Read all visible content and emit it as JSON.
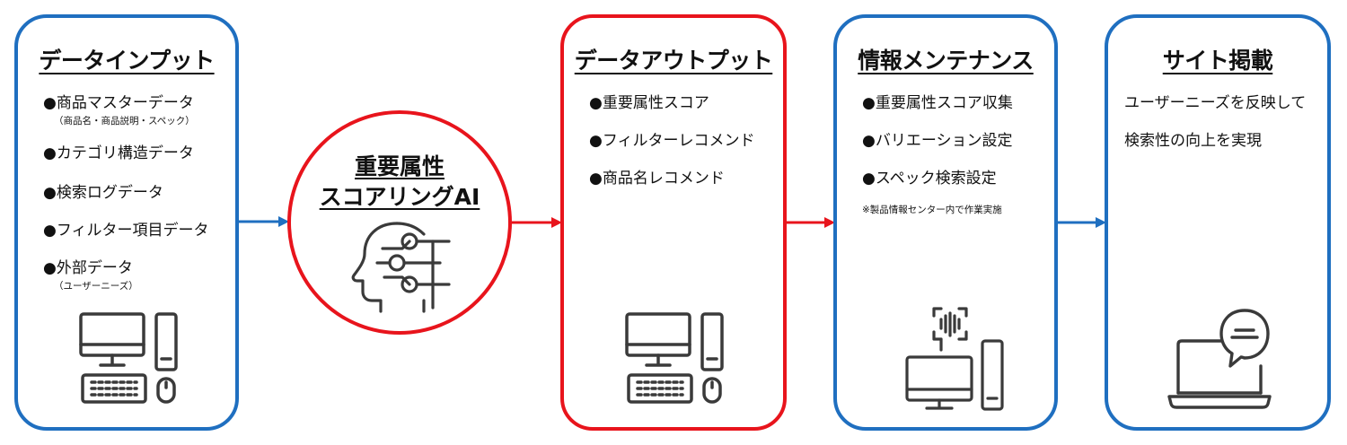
{
  "input": {
    "title": "データインプット",
    "items": [
      {
        "text": "●商品マスターデータ",
        "sub": "（商品名・商品説明・スペック）"
      },
      {
        "text": "●カテゴリ構造データ",
        "sub": ""
      },
      {
        "text": "●検索ログデータ",
        "sub": ""
      },
      {
        "text": "●フィルター項目データ",
        "sub": ""
      },
      {
        "text": "●外部データ",
        "sub": "（ユーザーニーズ）"
      }
    ],
    "icon": "desktop-computer-icon"
  },
  "ai": {
    "title_line1": "重要属性",
    "title_line2": "スコアリングAI",
    "icon": "ai-head-circuit-icon"
  },
  "output": {
    "title": "データアウトプット",
    "items": [
      "●重要属性スコア",
      "●フィルターレコメンド",
      "●商品名レコメンド"
    ],
    "icon": "desktop-computer-icon"
  },
  "maintenance": {
    "title": "情報メンテナンス",
    "items": [
      "●重要属性スコア収集",
      "●バリエーション設定",
      "●スペック検索設定"
    ],
    "note": "※製品情報センター内で作業実施",
    "icon": "voice-computer-icon"
  },
  "site": {
    "title": "サイト掲載",
    "lines": [
      "ユーザーニーズを反映して",
      "検索性の向上を実現"
    ],
    "icon": "laptop-chat-icon"
  },
  "colors": {
    "blue": "#1f6fc0",
    "red": "#e8141c",
    "icon": "#3a3a3a"
  }
}
